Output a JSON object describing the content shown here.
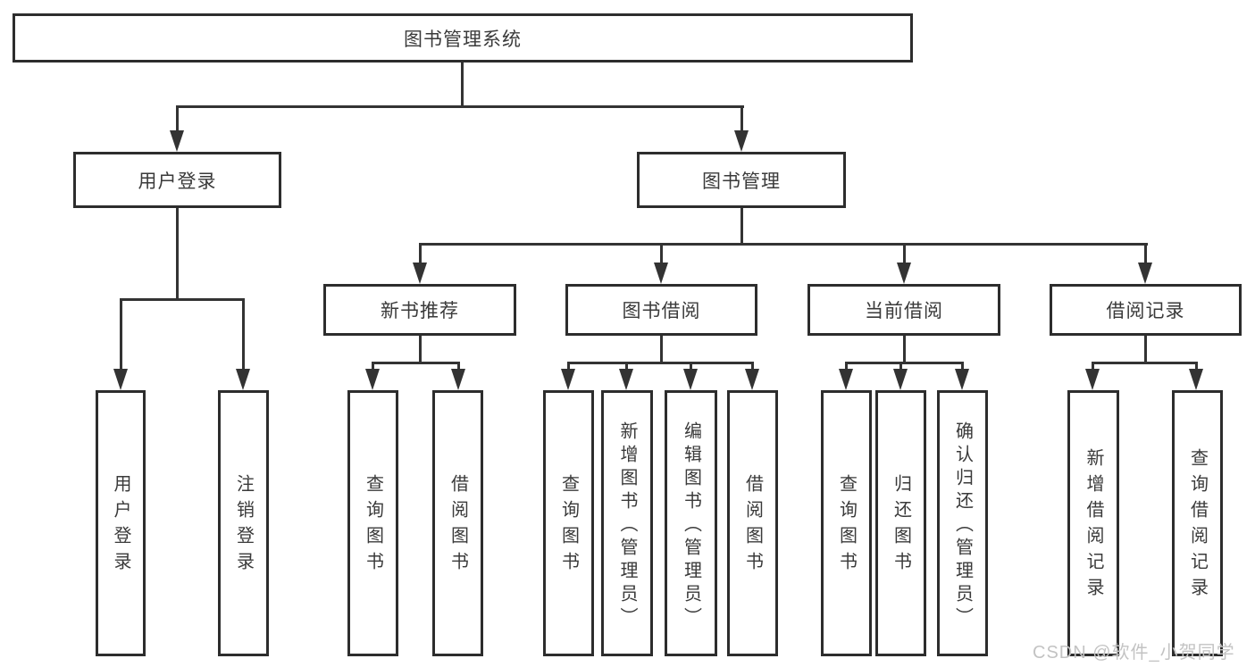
{
  "diagram": {
    "title": "图书管理系统",
    "branches": {
      "user_login": {
        "label": "用户登录",
        "children": [
          "用户登录",
          "注销登录"
        ]
      },
      "book_management": {
        "label": "图书管理",
        "sections": [
          {
            "label": "新书推荐",
            "children": [
              "查询图书",
              "借阅图书"
            ]
          },
          {
            "label": "图书借阅",
            "children": [
              "查询图书",
              "新增图书（管理员）",
              "编辑图书（管理员）",
              "借阅图书"
            ]
          },
          {
            "label": "当前借阅",
            "children": [
              "查询图书",
              "归还图书",
              "确认归还（管理员）"
            ]
          },
          {
            "label": "借阅记录",
            "children": [
              "新增借阅记录",
              "查询借阅记录"
            ]
          }
        ]
      }
    },
    "watermark": "CSDN @软件_小贺同学",
    "colors": {
      "line": "#333333",
      "box_border": "#2d2d2d",
      "text": "#3a3a3a",
      "watermark": "#c3c3c3",
      "background": "#ffffff"
    }
  }
}
